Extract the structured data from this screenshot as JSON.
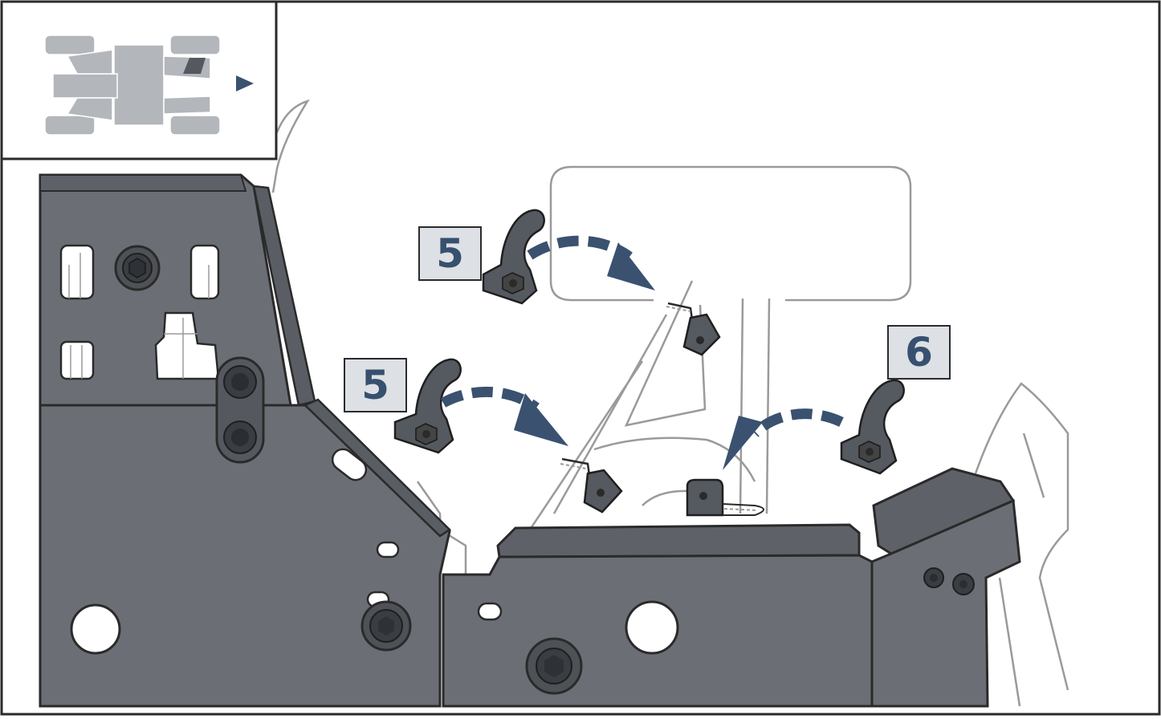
{
  "steps": [
    {
      "label": "5"
    },
    {
      "label": "5"
    },
    {
      "label": "6"
    }
  ],
  "colors": {
    "skid_plate": "#6b6f75",
    "skid_plate_dark": "#4e5257",
    "outline": "#2a2a2a",
    "frame_line": "#9a9a9a",
    "arrow": "#3a5170",
    "label_bg": "#dde0e4",
    "label_text": "#37506f",
    "inset_vehicle": "#b3b6ba"
  },
  "icons": [
    "vehicle-locator-icon",
    "direction-arrow-icon",
    "mounting-bracket-icon",
    "hex-nut-icon",
    "install-arrow-icon"
  ]
}
